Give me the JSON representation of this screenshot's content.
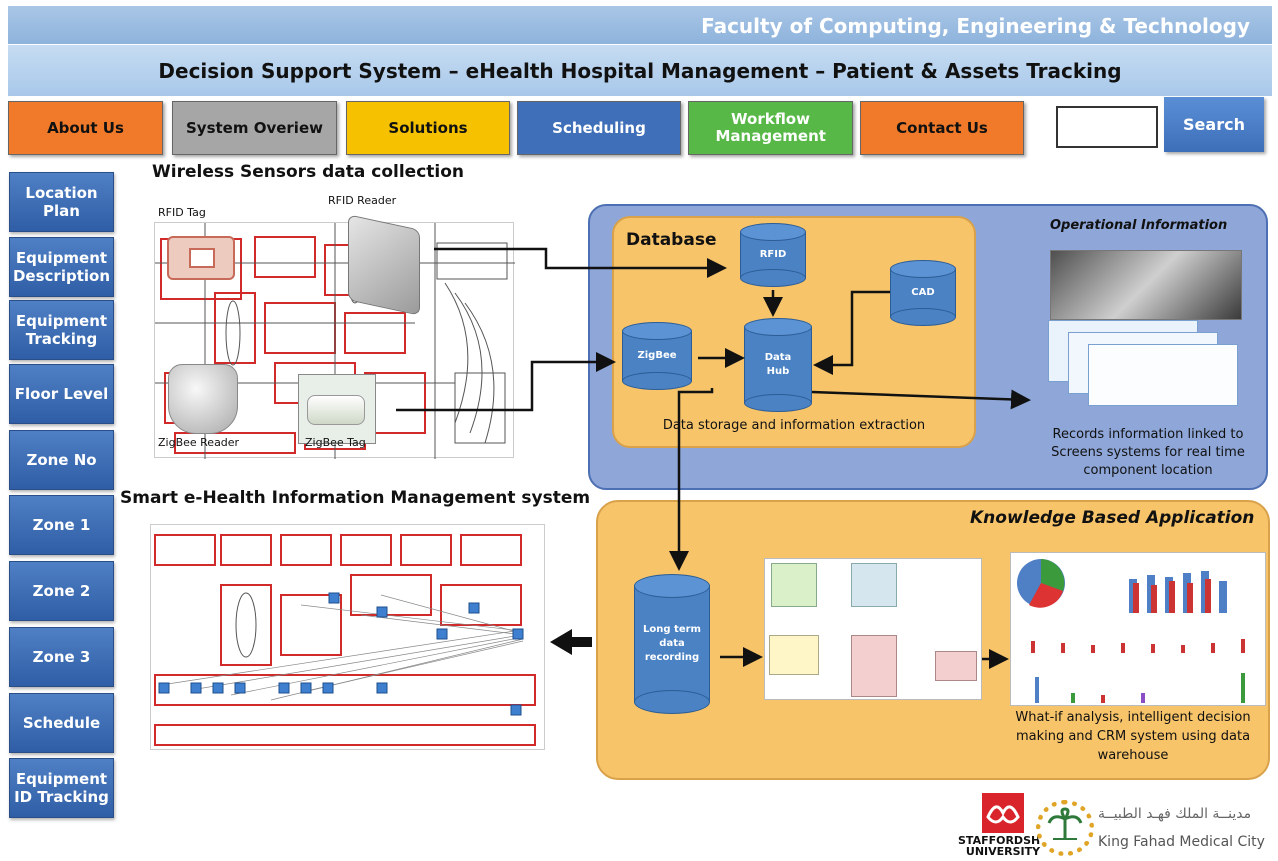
{
  "header": {
    "faculty": "Faculty of Computing, Engineering & Technology",
    "title": "Decision Support System – eHealth Hospital Management – Patient & Assets Tracking"
  },
  "nav": {
    "items": [
      {
        "label": "About Us",
        "color": "#f07a2a"
      },
      {
        "label": "System Overiew",
        "color": "#a6a6a6"
      },
      {
        "label": "Solutions",
        "color": "#f6c200"
      },
      {
        "label": "Scheduling",
        "color": "#3f6fb8"
      },
      {
        "label": "Workflow Management",
        "color": "#57b848"
      },
      {
        "label": "Contact Us",
        "color": "#f07a2a"
      }
    ],
    "search_label": "Search",
    "search_value": ""
  },
  "sidebar": {
    "items": [
      "Location Plan",
      "Equipment Description",
      "Equipment Tracking",
      "Floor Level",
      "Zone No",
      "Zone 1",
      "Zone 2",
      "Zone 3",
      "Schedule",
      "Equipment ID Tracking"
    ]
  },
  "sensors": {
    "heading": "Wireless Sensors data collection",
    "rfid_tag": "RFID Tag",
    "rfid_reader": "RFID Reader",
    "zigbee_reader": "ZigBee Reader",
    "zigbee_tag": "ZigBee Tag"
  },
  "smart": {
    "heading": "Smart e-Health Information Management system"
  },
  "database": {
    "title": "Database",
    "rfid": "RFID",
    "cad": "CAD",
    "zigbee": "ZigBee",
    "hub_line1": "Data",
    "hub_line2": "Hub",
    "caption": "Data storage and information extraction"
  },
  "operational": {
    "title": "Operational Information",
    "caption": "Records information linked to Screens systems for real time component location"
  },
  "knowledge": {
    "title": "Knowledge Based Application",
    "long_term": "Long term data recording",
    "caption": "What-if analysis, intelligent decision making and CRM system using data warehouse"
  },
  "logos": {
    "staffs_line1": "STAFFORDSHIRE",
    "staffs_line2": "UNIVERSITY",
    "kfmc_arabic": "مدينــة الملك فهـد الطبيــة",
    "kfmc": "King Fahad Medical City"
  }
}
